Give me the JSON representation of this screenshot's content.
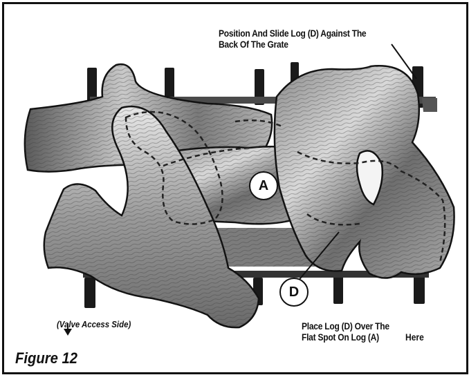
{
  "figure": {
    "title": "Figure 12",
    "access_side": "(Valve Access Side)",
    "callout_top": [
      "Position And Slide Log (D) Against The",
      "Back Of The Grate"
    ],
    "callout_bottom": [
      "Place Log (D) Over The",
      "Flat Spot On Log (A)"
    ],
    "callout_bottom_here": "Here",
    "log_labels": {
      "a": "A",
      "d": "D"
    }
  }
}
